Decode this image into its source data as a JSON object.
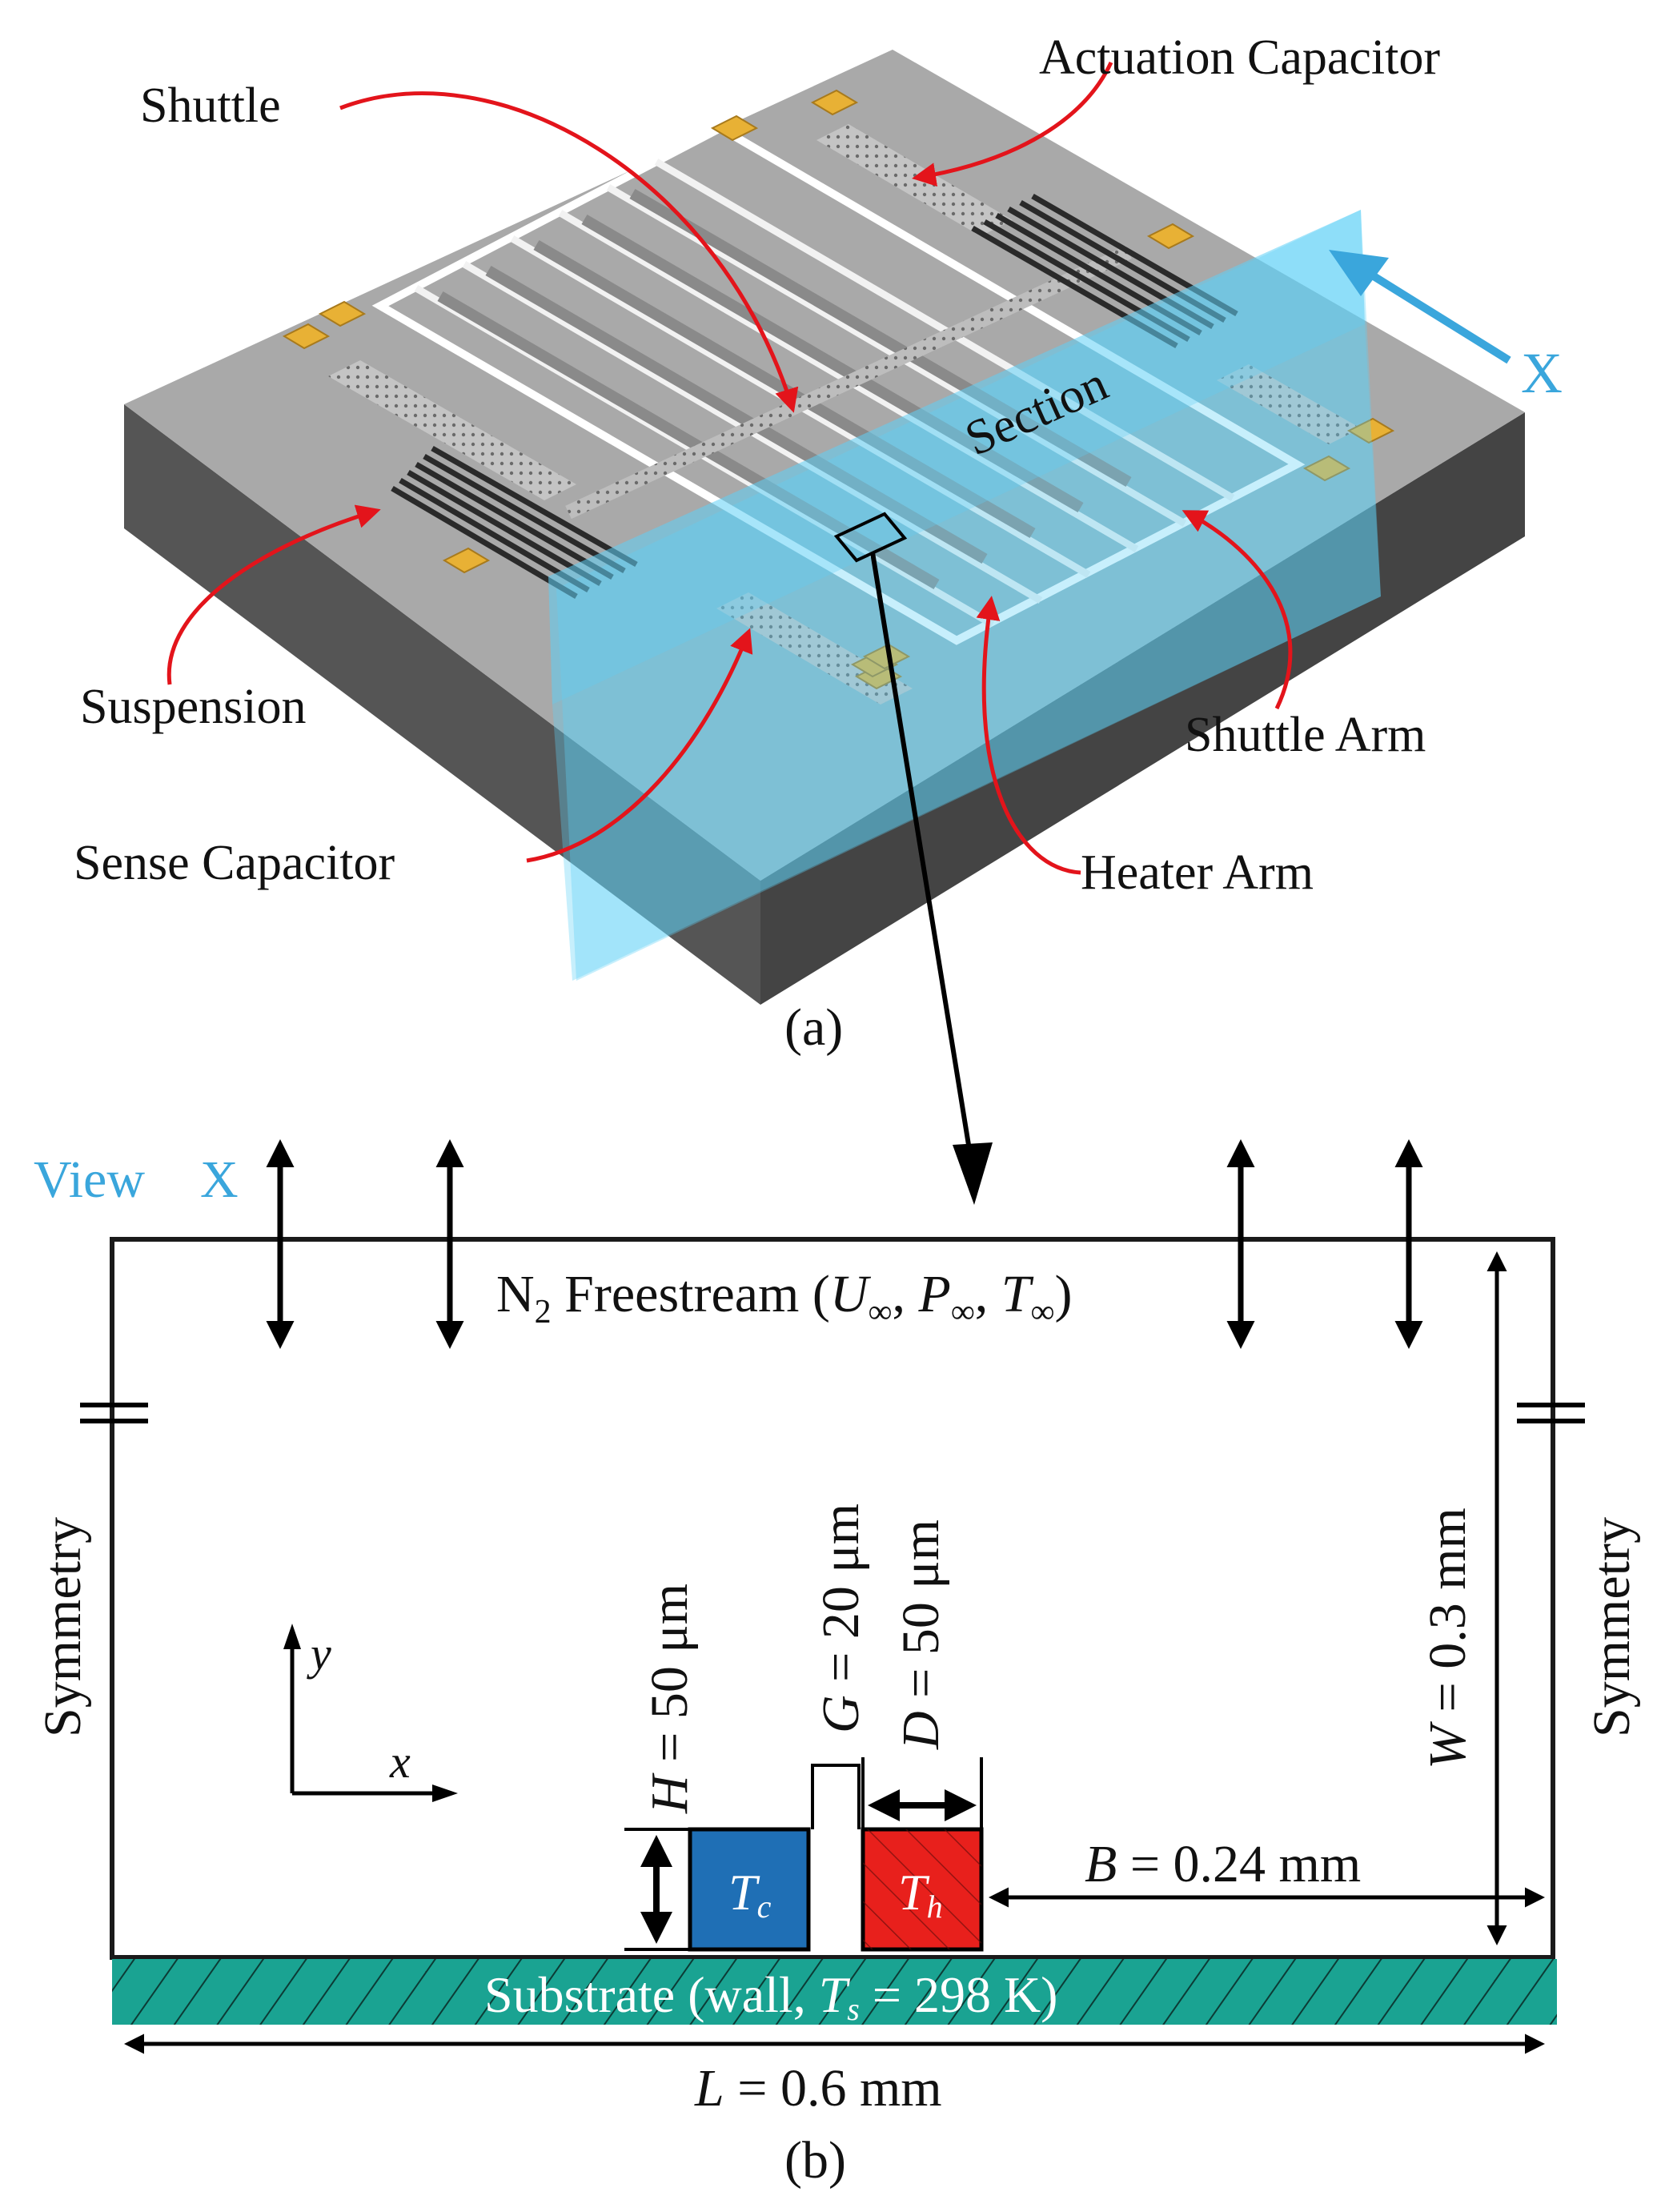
{
  "panel_a": {
    "labels": {
      "actuation_capacitor": "Actuation Capacitor",
      "shuttle": "Shuttle",
      "section": "Section",
      "view_arrow": "X",
      "suspension": "Suspension",
      "shuttle_arm": "Shuttle Arm",
      "sense_capacitor": "Sense Capacitor",
      "heater_arm": "Heater Arm"
    },
    "caption": "(a)"
  },
  "panel_b": {
    "view_label": "View",
    "view_letter": "X",
    "freestream": {
      "species": "N",
      "species_sub": "2",
      "text": " Freestream (",
      "U": "U",
      "P": "P",
      "T": "T",
      "inf": "∞",
      "sep": ", ",
      "close": ")"
    },
    "symmetry": "Symmetry",
    "axes": {
      "x": "x",
      "y": "y"
    },
    "dims": {
      "H": {
        "symbol": "H",
        "value": " = 50 μm"
      },
      "G": {
        "symbol": "G",
        "value": " = 20 μm"
      },
      "D": {
        "symbol": "D",
        "value": " = 50 μm"
      },
      "W": {
        "symbol": "W",
        "value": " = 0.3 mm"
      },
      "B": {
        "symbol": "B",
        "value": " = 0.24 mm"
      },
      "L": {
        "symbol": "L",
        "value": " = 0.6 mm"
      }
    },
    "cold_beam": {
      "symbol": "T",
      "sub": "c"
    },
    "hot_beam": {
      "symbol": "T",
      "sub": "h"
    },
    "substrate": {
      "pre": "Substrate (wall, ",
      "symbol": "T",
      "sub": "s",
      "post": " = 298 K)"
    },
    "caption": "(b)"
  },
  "colors": {
    "cold": "#1f6fb5",
    "hot": "#e8201c",
    "substrate": "#1aa392",
    "section_plane": "#5fd0f5",
    "arrow_red": "#e3141b",
    "view_blue": "#3aa6dc",
    "pad_gold": "#e8b135"
  }
}
